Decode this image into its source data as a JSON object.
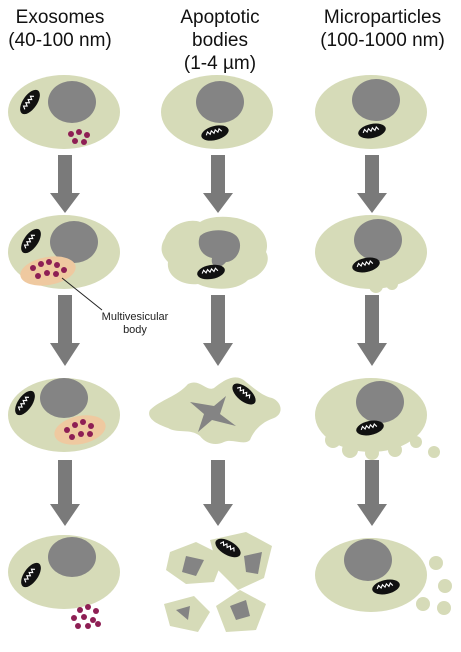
{
  "columns": [
    {
      "id": "exosomes",
      "title": "Exosomes\n(40-100 nm)"
    },
    {
      "id": "apoptotic",
      "title": "Apoptotic\nbodies\n(1-4 µm)"
    },
    {
      "id": "microparticles",
      "title": "Microparticles\n(100-1000 nm)"
    }
  ],
  "annotation": {
    "line1": "Multivesicular",
    "line2": "body"
  },
  "colors": {
    "cytoplasm": "#d6dbb8",
    "nucleus": "#848484",
    "mitochondrion": "#111111",
    "vesicle": "#8e1f54",
    "mvb": "#efc9a0",
    "arrow": "#7a7a7a"
  }
}
